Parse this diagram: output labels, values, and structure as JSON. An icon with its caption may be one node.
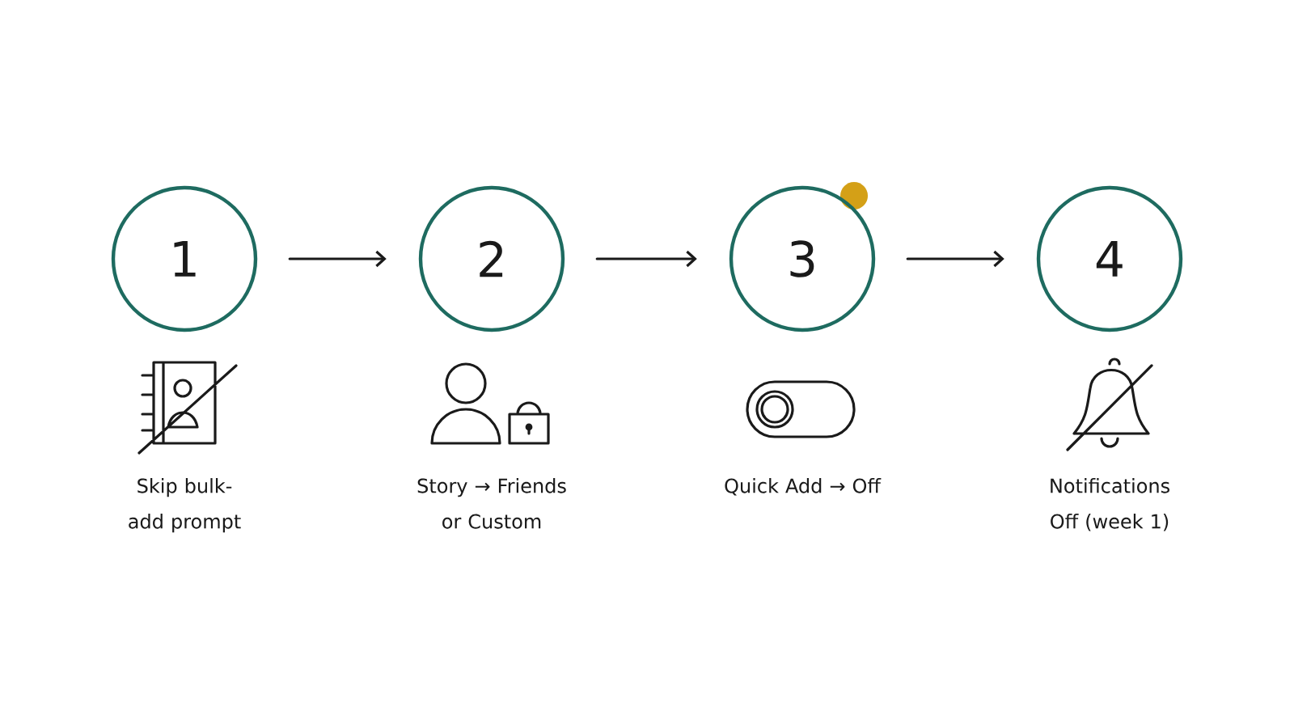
{
  "diagram": {
    "nodes": [
      {
        "text": [
          "1"
        ]
      },
      {
        "text": [
          "2"
        ]
      },
      {
        "text": [
          "3"
        ]
      },
      {
        "text": [
          "4"
        ]
      }
    ],
    "labels": [
      "Skip bulk-add prompt",
      "Story → Friends or Custom",
      "Quick Add → Off",
      "Notifications Off (week 1)"
    ],
    "edges": [
      {
        "from": 0,
        "to": 1,
        "arrow": "to"
      },
      {
        "from": 1,
        "to": 2,
        "arrow": "to"
      },
      {
        "from": 2,
        "to": 3,
        "arrow": "to"
      }
    ]
  }
}
